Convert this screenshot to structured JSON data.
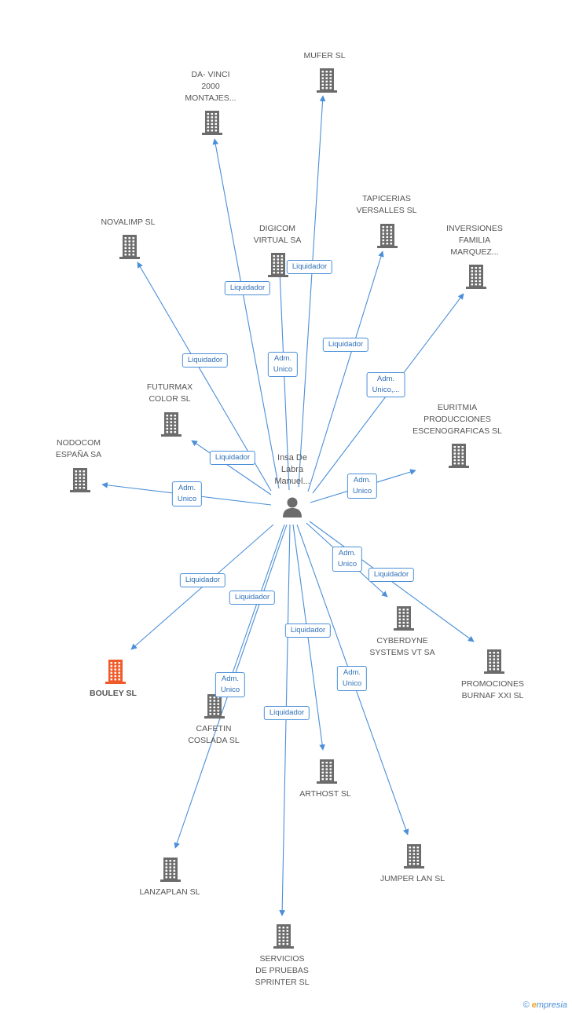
{
  "center": {
    "name": "Insa De\nLabra\nManuel...",
    "icon": "person-icon"
  },
  "nodes": [
    {
      "id": "mufer",
      "name": "MUFER SL",
      "highlight": false
    },
    {
      "id": "davinci",
      "name": "DA- VINCI\n2000\nMONTAJES...",
      "highlight": false
    },
    {
      "id": "tapicerias",
      "name": "TAPICERIAS\nVERSALLES SL",
      "highlight": false
    },
    {
      "id": "inversiones",
      "name": "INVERSIONES\nFAMILIA\nMARQUEZ...",
      "highlight": false
    },
    {
      "id": "novalimp",
      "name": "NOVALIMP SL",
      "highlight": false
    },
    {
      "id": "digicom",
      "name": "DIGICOM\nVIRTUAL SA",
      "highlight": false
    },
    {
      "id": "futurmax",
      "name": "FUTURMAX\nCOLOR SL",
      "highlight": false
    },
    {
      "id": "euritmia",
      "name": "EURITMIA\nPRODUCCIONES\nESCENOGRAFICAS SL",
      "highlight": false
    },
    {
      "id": "nodocom",
      "name": "NODOCOM\nESPAÑA SA",
      "highlight": false
    },
    {
      "id": "bouley",
      "name": "BOULEY SL",
      "highlight": true
    },
    {
      "id": "cyberdyne",
      "name": "CYBERDYNE\nSYSTEMS VT SA",
      "highlight": false
    },
    {
      "id": "promociones",
      "name": "PROMOCIONES\nBURNAF XXI SL",
      "highlight": false
    },
    {
      "id": "cafetin",
      "name": "CAFETIN\nCOSLADA SL",
      "highlight": false
    },
    {
      "id": "arthost",
      "name": "ARTHOST SL",
      "highlight": false
    },
    {
      "id": "jumper",
      "name": "JUMPER LAN SL",
      "highlight": false
    },
    {
      "id": "lanzaplan",
      "name": "LANZAPLAN SL",
      "highlight": false
    },
    {
      "id": "servicios",
      "name": "SERVICIOS\nDE PRUEBAS\nSPRINTER  SL",
      "highlight": false
    }
  ],
  "edges": [
    {
      "to": "mufer",
      "label": "Liquidador"
    },
    {
      "to": "davinci",
      "label": "Liquidador"
    },
    {
      "to": "tapicerias",
      "label": "Liquidador"
    },
    {
      "to": "inversiones",
      "label": "Adm.\nUnico,..."
    },
    {
      "to": "novalimp",
      "label": "Liquidador"
    },
    {
      "to": "digicom",
      "label": "Adm.\nUnico"
    },
    {
      "to": "futurmax",
      "label": "Liquidador"
    },
    {
      "to": "euritmia",
      "label": "Adm.\nUnico"
    },
    {
      "to": "nodocom",
      "label": "Adm.\nUnico"
    },
    {
      "to": "bouley",
      "label": "Liquidador"
    },
    {
      "to": "cyberdyne",
      "label": "Adm.\nUnico"
    },
    {
      "to": "promociones",
      "label": "Liquidador"
    },
    {
      "to": "cafetin",
      "label": "Adm.\nUnico"
    },
    {
      "to": "arthost",
      "label": "Liquidador"
    },
    {
      "to": "jumper",
      "label": "Adm.\nUnico"
    },
    {
      "to": "lanzaplan",
      "label": "Liquidador"
    },
    {
      "to": "servicios",
      "label": "Liquidador"
    }
  ],
  "colors": {
    "edge": "#4a8fd8",
    "building": "#6b6b6b",
    "highlight": "#f05a28",
    "person": "#6b6b6b"
  },
  "footer": {
    "copyright": "©",
    "brand_e": "e",
    "brand_rest": "mpresia"
  }
}
